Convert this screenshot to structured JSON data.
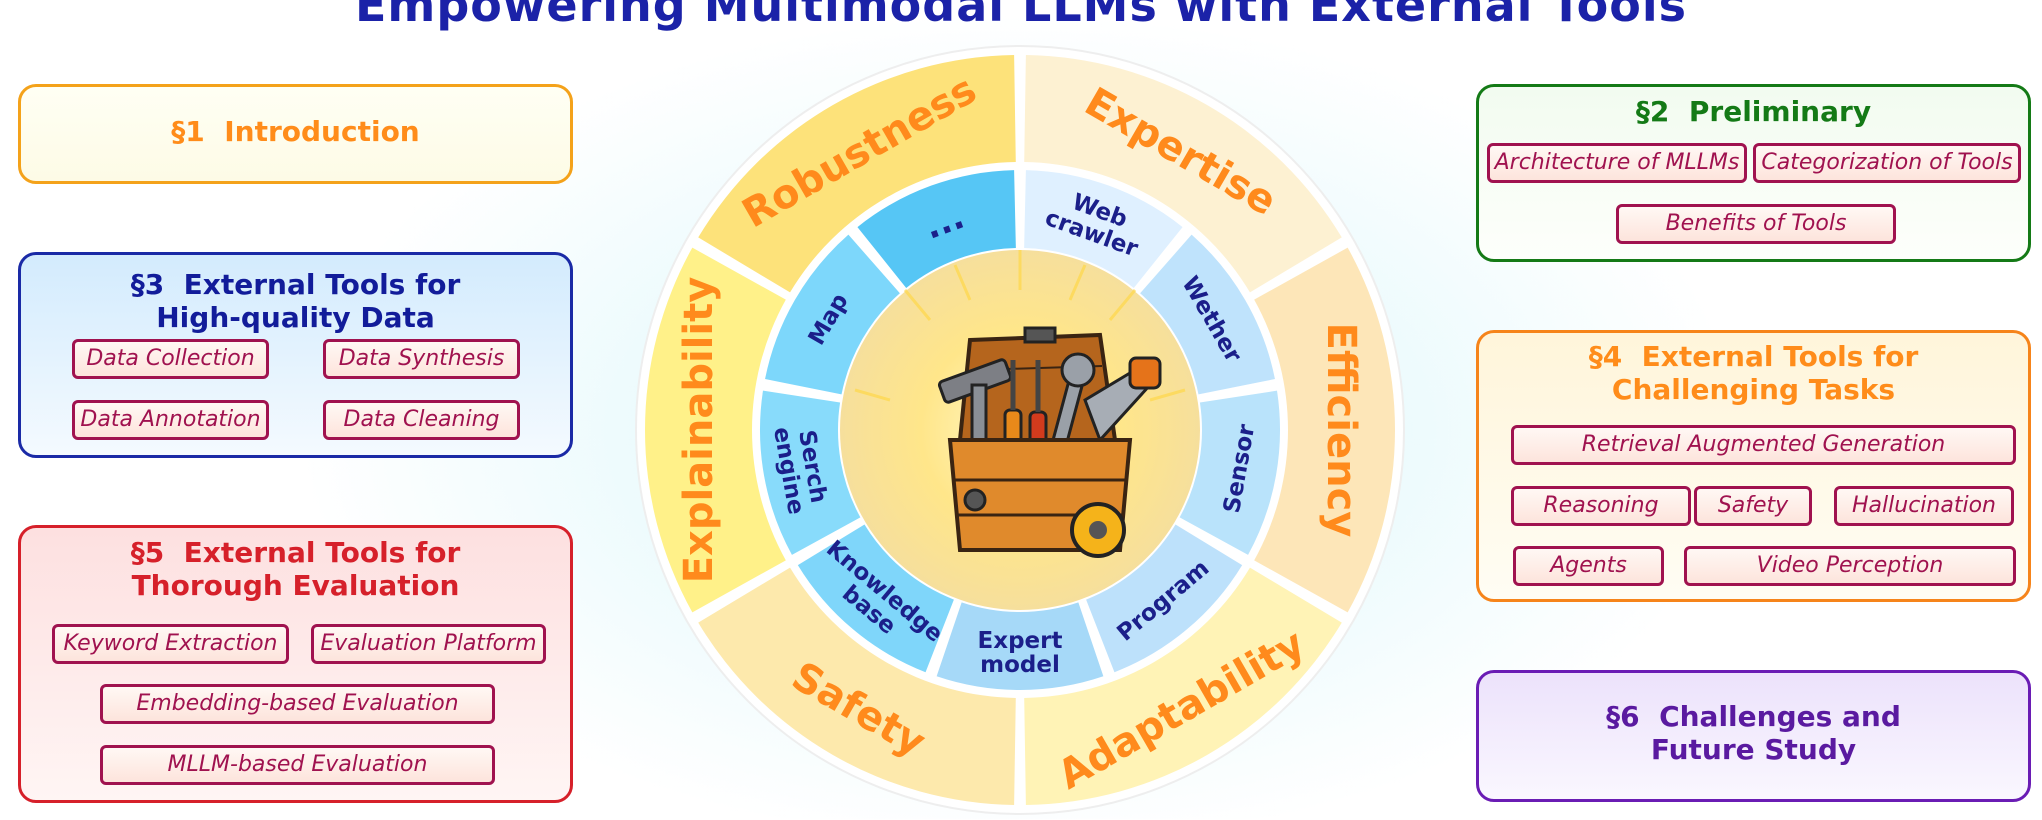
{
  "title": "Empowering Multimodal LLMs with External Tools",
  "sections": {
    "s1": {
      "num": "§1",
      "name": "Introduction"
    },
    "s2": {
      "num": "§2",
      "name": "Preliminary",
      "items": [
        "Architecture of MLLMs",
        "Categorization of Tools",
        "Benefits of Tools"
      ]
    },
    "s3": {
      "num": "§3",
      "name": "External Tools for",
      "name2": "High-quality Data",
      "items": [
        "Data Collection",
        "Data Synthesis",
        "Data Annotation",
        "Data Cleaning"
      ]
    },
    "s4": {
      "num": "§4",
      "name": "External Tools for",
      "name2": "Challenging Tasks",
      "items": [
        "Retrieval Augmented Generation",
        "Reasoning",
        "Safety",
        "Hallucination",
        "Agents",
        "Video Perception"
      ]
    },
    "s5": {
      "num": "§5",
      "name": "External Tools for",
      "name2": "Thorough Evaluation",
      "items": [
        "Keyword Extraction",
        "Evaluation Platform",
        "Embedding-based Evaluation",
        "MLLM-based Evaluation"
      ]
    },
    "s6": {
      "num": "§6",
      "name": "Challenges and",
      "name2": "Future Study"
    }
  },
  "wheel": {
    "outer": [
      "Expertise",
      "Efficiency",
      "Adaptability",
      "Safety",
      "Explainability",
      "Robustness"
    ],
    "inner": [
      [
        "Web",
        "crawler"
      ],
      [
        "Wether"
      ],
      [
        "Sensor"
      ],
      [
        "Program"
      ],
      [
        "Expert",
        "model"
      ],
      [
        "Knowledge",
        "base"
      ],
      [
        "Serch",
        "engine"
      ],
      [
        "Map"
      ],
      [
        "..."
      ]
    ],
    "colors": {
      "outer_fill": [
        "#fdf1d2",
        "#fde6b8",
        "#fff3b6",
        "#fde9ac",
        "#fff189",
        "#fde27a"
      ],
      "outer_text": "#ff8a1c",
      "inner_fill": [
        "#dff0ff",
        "#bfe3fc",
        "#b9e3fb",
        "#bde1fb",
        "#a6d9f8",
        "#7fd6fa",
        "#88dbfb",
        "#7dd7fb",
        "#56c6f5"
      ],
      "inner_text": "#1b1f8a"
    }
  },
  "colors": {
    "s1": "#ff8c1a",
    "s2": "#147a16",
    "s3": "#121c9a",
    "s4": "#ff8c1a",
    "s5": "#d6202a",
    "s6": "#5a1aa0"
  }
}
